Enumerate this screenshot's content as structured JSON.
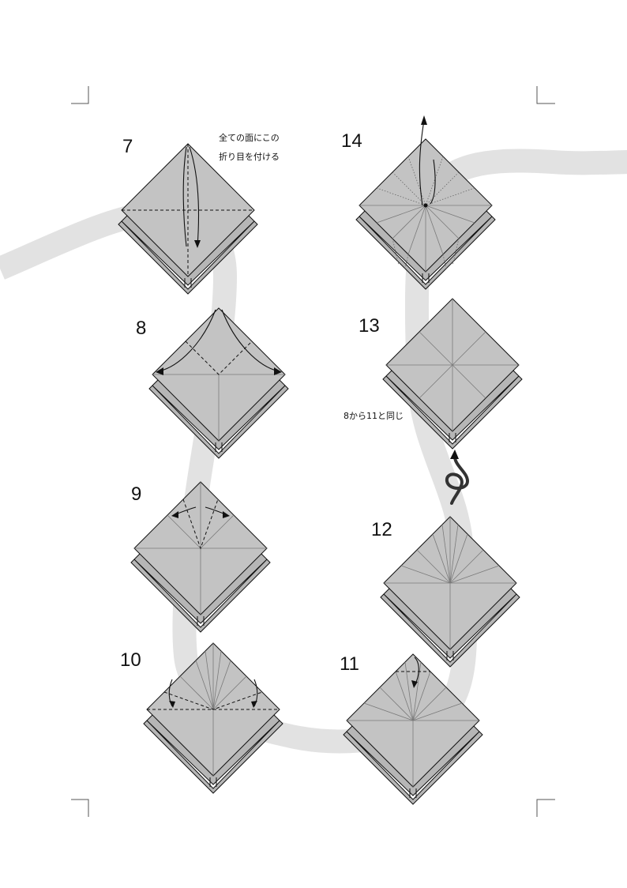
{
  "steps": [
    {
      "number": "7"
    },
    {
      "number": "8"
    },
    {
      "number": "9"
    },
    {
      "number": "10"
    },
    {
      "number": "11"
    },
    {
      "number": "12"
    },
    {
      "number": "13"
    },
    {
      "number": "14"
    }
  ],
  "notes": {
    "step7_line1": "全ての面にこの",
    "step7_line2": "折り目を付ける",
    "step13_note": "8から11と同じ"
  },
  "colors": {
    "paper_face": "#c3c3c3",
    "background_band": "#e2e2e2",
    "line": "#111111"
  },
  "icons": {
    "turn_over": "turn-over-icon"
  }
}
